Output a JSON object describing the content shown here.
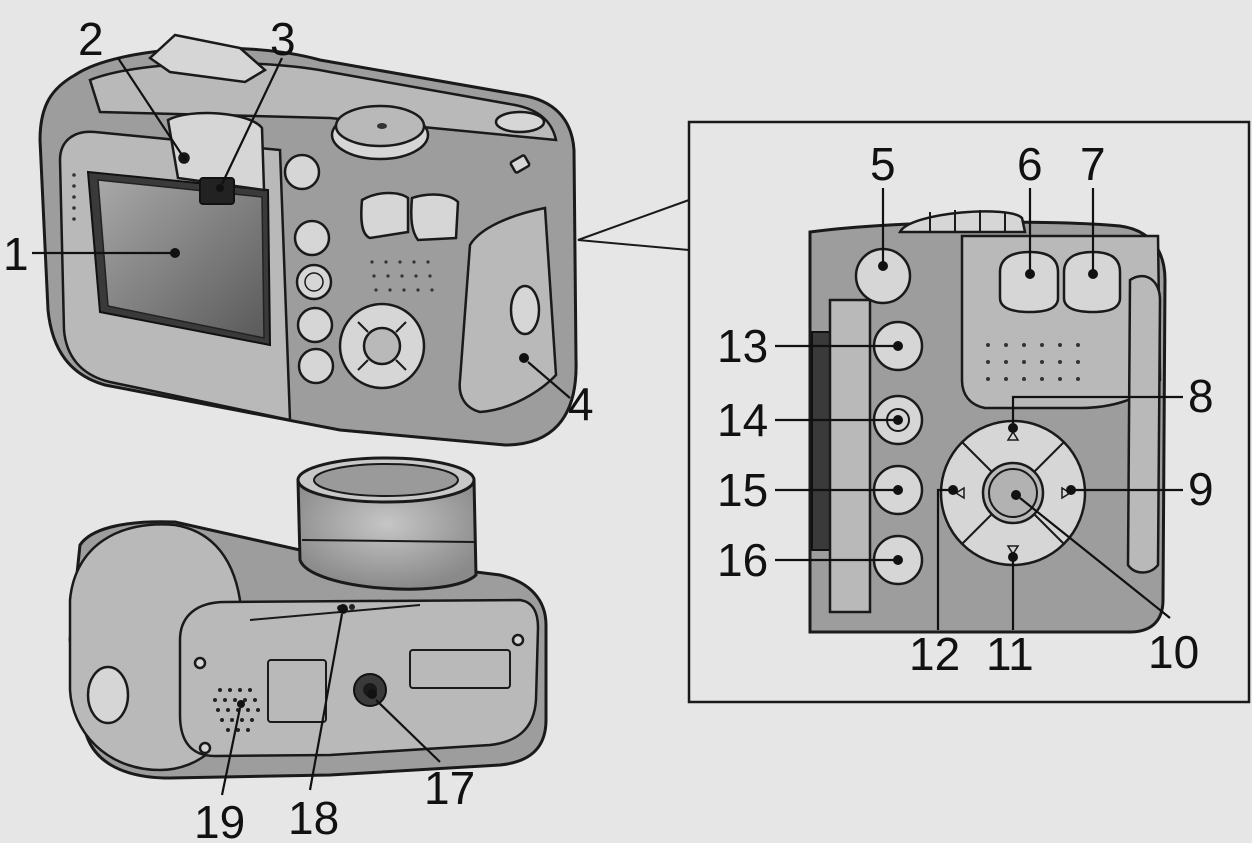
{
  "callouts": {
    "c1": "1",
    "c2": "2",
    "c3": "3",
    "c4": "4",
    "c5": "5",
    "c6": "6",
    "c7": "7",
    "c8": "8",
    "c9": "9",
    "c10": "10",
    "c11": "11",
    "c12": "12",
    "c13": "13",
    "c14": "14",
    "c15": "15",
    "c16": "16",
    "c17": "17",
    "c18": "18",
    "c19": "19"
  },
  "colors": {
    "background": "#e6e6e6",
    "camera_body": "#9d9d9d",
    "button_face": "#d6d6d6",
    "outline": "#1a1a1a"
  }
}
